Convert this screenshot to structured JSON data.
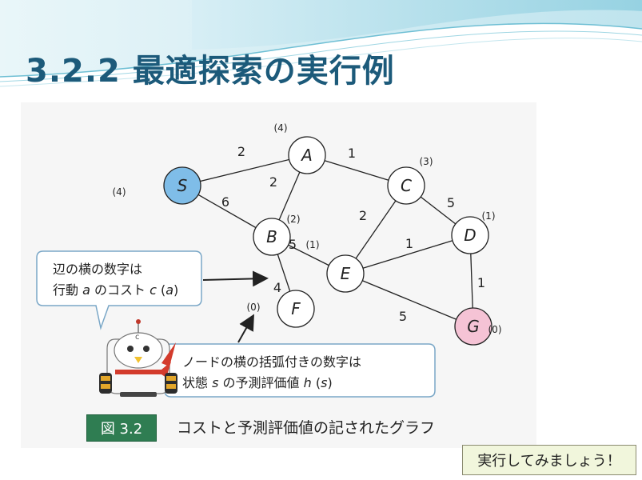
{
  "slide": {
    "title": "3.2.2 最適探索の実行例"
  },
  "graph": {
    "nodes": [
      {
        "id": "S",
        "label": "S",
        "heuristic": "(4)",
        "color": "#7fbde8"
      },
      {
        "id": "A",
        "label": "A",
        "heuristic": "(4)",
        "color": "#ffffff"
      },
      {
        "id": "B",
        "label": "B",
        "heuristic": "(2)",
        "color": "#ffffff"
      },
      {
        "id": "C",
        "label": "C",
        "heuristic": "(3)",
        "color": "#ffffff"
      },
      {
        "id": "D",
        "label": "D",
        "heuristic": "(1)",
        "color": "#ffffff"
      },
      {
        "id": "E",
        "label": "E",
        "heuristic": "(1)",
        "color": "#ffffff"
      },
      {
        "id": "F",
        "label": "F",
        "heuristic": "(0)",
        "color": "#ffffff"
      },
      {
        "id": "G",
        "label": "G",
        "heuristic": "(0)",
        "color": "#f5c3d5"
      }
    ],
    "edges": [
      {
        "from": "S",
        "to": "A",
        "cost": "2"
      },
      {
        "from": "S",
        "to": "B",
        "cost": "6"
      },
      {
        "from": "A",
        "to": "B",
        "cost": "2"
      },
      {
        "from": "A",
        "to": "C",
        "cost": "1"
      },
      {
        "from": "B",
        "to": "E",
        "cost": "5"
      },
      {
        "from": "B",
        "to": "F",
        "cost": "4"
      },
      {
        "from": "C",
        "to": "E",
        "cost": "2"
      },
      {
        "from": "C",
        "to": "D",
        "cost": "5"
      },
      {
        "from": "E",
        "to": "D",
        "cost": "1"
      },
      {
        "from": "E",
        "to": "G",
        "cost": "5"
      },
      {
        "from": "D",
        "to": "G",
        "cost": "1"
      }
    ]
  },
  "callouts": {
    "edge_note": {
      "line1": "辺の横の数字は",
      "line2_pre": "行動 ",
      "line2_var": "a",
      "line2_mid": " のコスト ",
      "line2_fn": "c",
      "line2_arg_open": " (",
      "line2_arg": "a",
      "line2_arg_close": ")"
    },
    "node_note": {
      "line1": "ノードの横の括弧付きの数字は",
      "line2_pre": "状態 ",
      "line2_var": "s",
      "line2_mid": " の予測評価値 ",
      "line2_fn": "h",
      "line2_arg_open": " (",
      "line2_arg": "s",
      "line2_arg_close": ")"
    }
  },
  "figure": {
    "badge": "図 3.2",
    "caption": "コストと予測評価値の記されたグラフ"
  },
  "action": {
    "run_label": "実行してみましょう！"
  },
  "colors": {
    "title": "#1c5a7a",
    "badge_bg": "#2f7d52",
    "start_node": "#7fbde8",
    "goal_node": "#f5c3d5",
    "button_bg": "#f1f6dc"
  }
}
